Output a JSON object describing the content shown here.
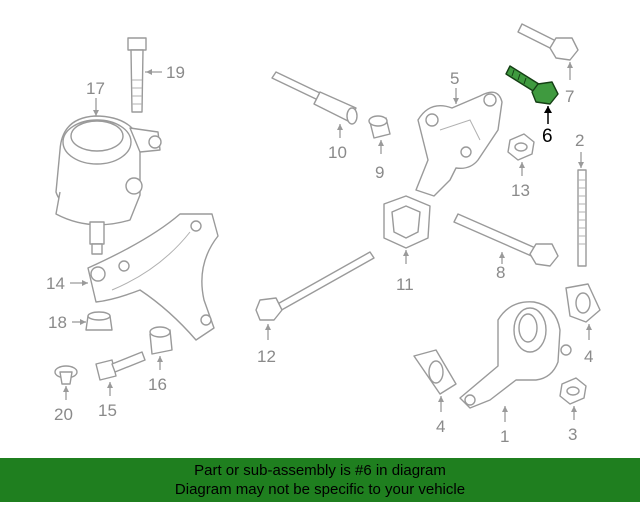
{
  "callouts": {
    "c1": "1",
    "c2": "2",
    "c3": "3",
    "c4a": "4",
    "c4b": "4",
    "c5": "5",
    "c6": "6",
    "c7": "7",
    "c8": "8",
    "c9": "9",
    "c10": "10",
    "c11": "11",
    "c12": "12",
    "c13": "13",
    "c14": "14",
    "c15": "15",
    "c16": "16",
    "c17": "17",
    "c18": "18",
    "c19": "19",
    "c20": "20"
  },
  "highlight": {
    "part_number": "6",
    "color": "#3f9a3f"
  },
  "banner": {
    "line1": "Part or sub-assembly is #6 in diagram",
    "line2": "Diagram may not be specific to your vehicle",
    "color": "#1f7f1f"
  }
}
